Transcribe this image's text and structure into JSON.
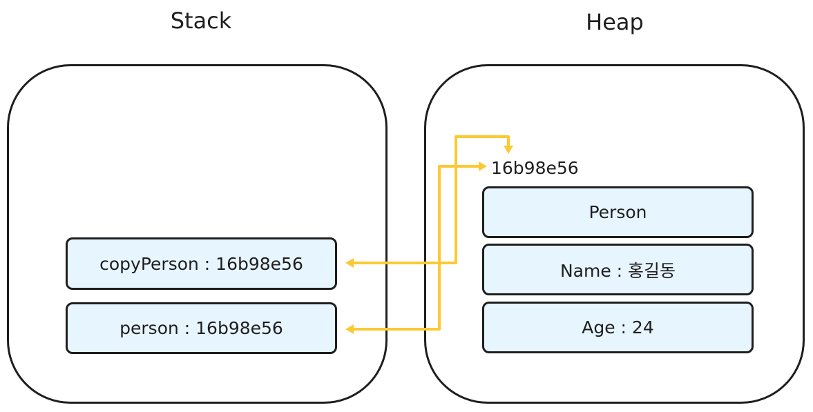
{
  "stack": {
    "title": "Stack",
    "vars": {
      "copy_person": "copyPerson : 16b98e56",
      "person": "person : 16b98e56"
    }
  },
  "heap": {
    "title": "Heap",
    "address": "16b98e56",
    "object": {
      "class_name": "Person",
      "name_field": "Name : 홍길동",
      "age_field": "Age : 24"
    }
  },
  "colors": {
    "box_fill": "#e7f5ff",
    "stroke": "#1e1e1e",
    "arrow": "#fcc934"
  }
}
